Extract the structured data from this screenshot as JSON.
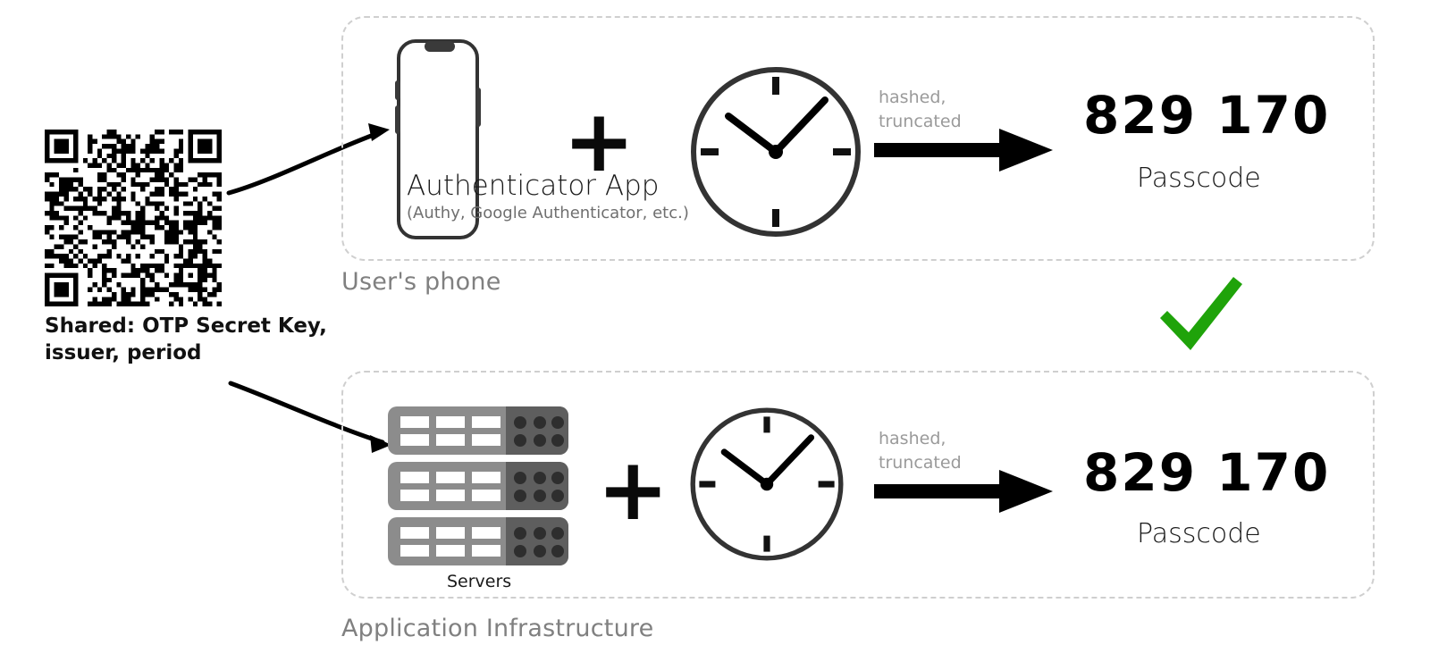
{
  "diagram": {
    "title": "TOTP two-factor authentication flow",
    "background": "#ffffff",
    "accent_green": "#1fa30a",
    "dashed_border_color": "#cfcfcf",
    "muted_text_color": "#9a9a9a"
  },
  "secret": {
    "qr_alt": "qr-code",
    "caption_line1": "Shared: OTP Secret Key,",
    "caption_line2": "issuer, period"
  },
  "user_row": {
    "container_label": "User's phone",
    "device": {
      "icon": "smartphone-icon",
      "app_title": "Authenticator App",
      "app_subtitle": "(Authy, Google Authenticator, etc.)"
    },
    "operator": "+",
    "clock": {
      "icon": "clock-icon",
      "hour_hand_deg": 310,
      "minute_hand_deg": 45
    },
    "transform_note_line1": "hashed,",
    "transform_note_line2": "truncated",
    "arrow": "right-arrow-icon",
    "passcode": "829 170",
    "passcode_label": "Passcode"
  },
  "server_row": {
    "container_label": "Application Infrastructure",
    "device": {
      "icon": "servers-icon",
      "label": "Servers",
      "unit_count": 3,
      "body_color": "#8c8c8c",
      "panel_color": "#5e5e5e"
    },
    "operator": "+",
    "clock": {
      "icon": "clock-icon",
      "hour_hand_deg": 310,
      "minute_hand_deg": 45
    },
    "transform_note_line1": "hashed,",
    "transform_note_line2": "truncated",
    "arrow": "right-arrow-icon",
    "passcode": "829 170",
    "passcode_label": "Passcode"
  },
  "match": {
    "icon": "green-check-icon",
    "color": "#1fa30a"
  }
}
